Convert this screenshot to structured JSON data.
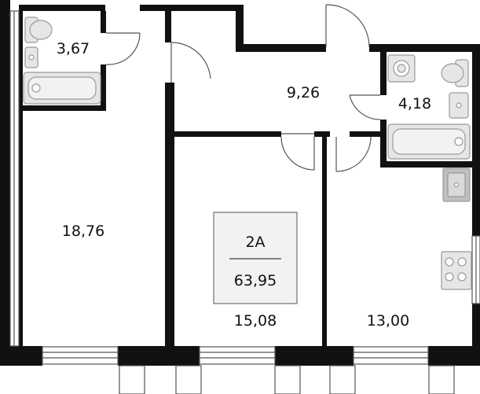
{
  "apartment": {
    "type": "2A",
    "total_area": "63,95"
  },
  "rooms": [
    {
      "name": "bathroom-left-area",
      "label": "3,67"
    },
    {
      "name": "hallway-area",
      "label": "9,26"
    },
    {
      "name": "bathroom-right-area",
      "label": "4,18"
    },
    {
      "name": "bedroom-left-area",
      "label": "18,76"
    },
    {
      "name": "bedroom-center-area",
      "label": "15,08"
    },
    {
      "name": "kitchen-area",
      "label": "13,00"
    }
  ],
  "colors": {
    "wall": "#111111",
    "fixture_fill": "#e6e6e6",
    "fixture_stroke": "#9a9a9a",
    "window_line": "#555555"
  }
}
